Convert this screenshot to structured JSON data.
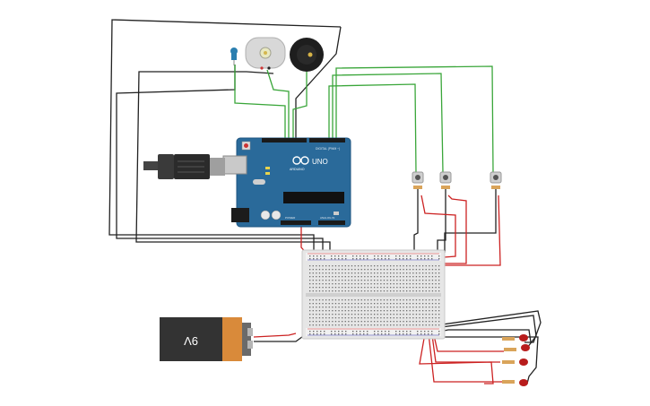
{
  "arduino": {
    "brand": "ARDUINO",
    "model": "UNO",
    "header_digital": "DIGITAL (PWM ~)",
    "header_power": "POWER",
    "header_analog": "ANALOG IN"
  },
  "battery": {
    "label": "9V"
  },
  "colors": {
    "board": "#2a6a9a",
    "board_dark": "#1f5580",
    "wire_black": "#222222",
    "wire_red": "#cc2222",
    "wire_green": "#3aa63a",
    "breadboard": "#e6e6e6",
    "battery_body": "#333333",
    "battery_cap": "#d98a3a"
  },
  "components": {
    "motor": "dc-motor",
    "buzzer": "piezo-buzzer",
    "sensor": "temperature-sensor",
    "usb": "usb-cable",
    "buttons": 3,
    "leds": 4
  }
}
